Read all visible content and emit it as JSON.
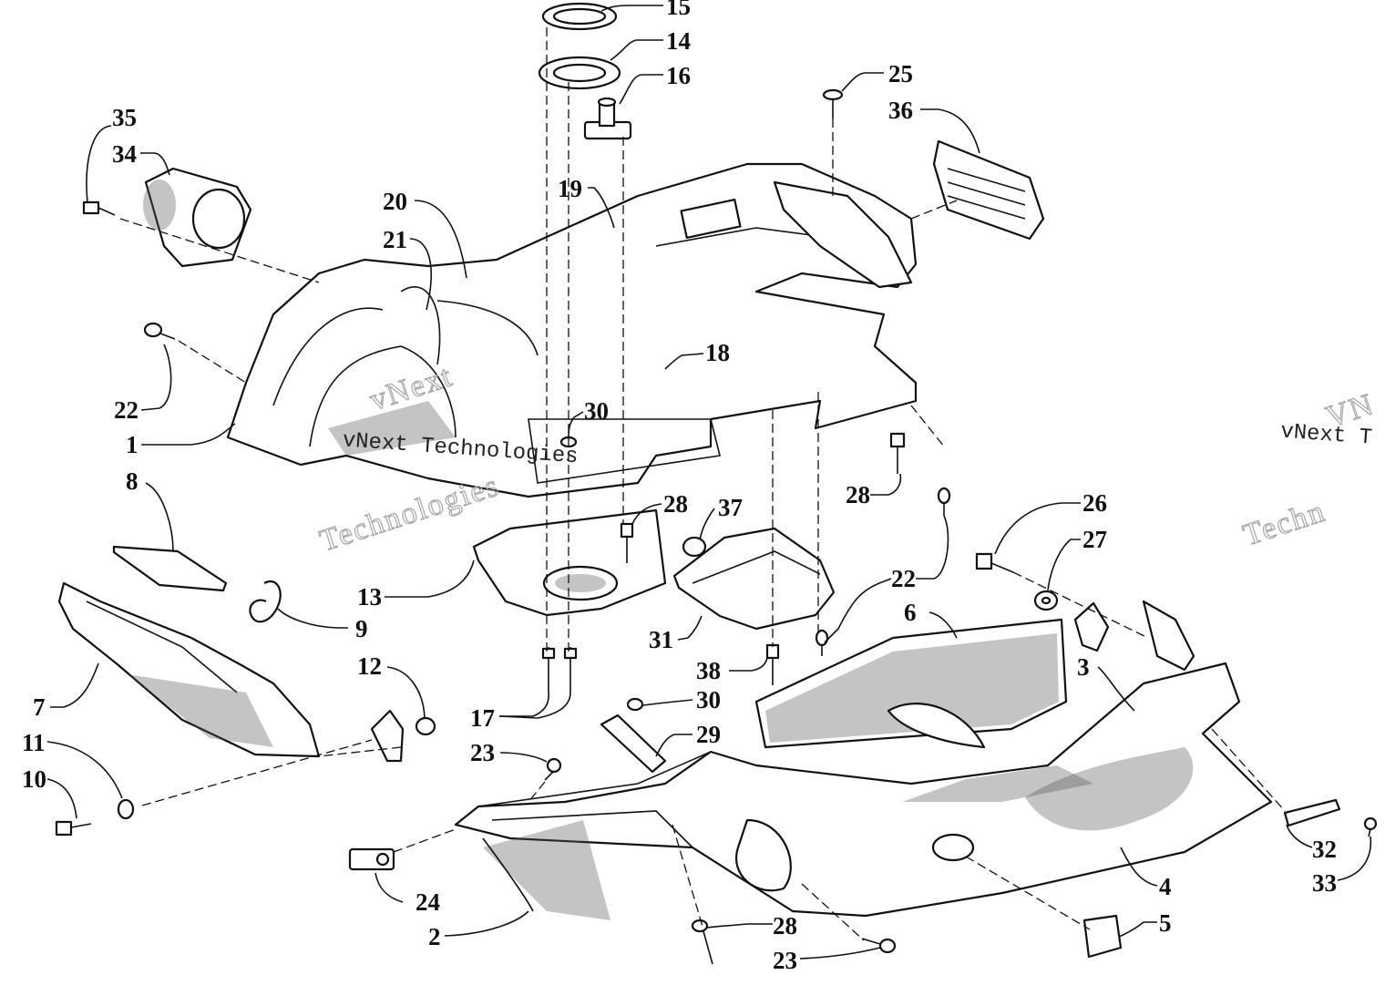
{
  "watermark": {
    "line1": "vNext",
    "line2": "Technologies",
    "small_line1": "vNext Technologies",
    "right_line1": "vNext T",
    "right_line2": "Techn",
    "right_corner": "VN"
  },
  "callouts": [
    {
      "id": "c15",
      "text": "15"
    },
    {
      "id": "c14",
      "text": "14"
    },
    {
      "id": "c16",
      "text": "16"
    },
    {
      "id": "c25",
      "text": "25"
    },
    {
      "id": "c36",
      "text": "36"
    },
    {
      "id": "c35",
      "text": "35"
    },
    {
      "id": "c34",
      "text": "34"
    },
    {
      "id": "c20",
      "text": "20"
    },
    {
      "id": "c19",
      "text": "19"
    },
    {
      "id": "c21",
      "text": "21"
    },
    {
      "id": "c18",
      "text": "18"
    },
    {
      "id": "c22a",
      "text": "22"
    },
    {
      "id": "c1",
      "text": "1"
    },
    {
      "id": "c30a",
      "text": "30"
    },
    {
      "id": "c8",
      "text": "8"
    },
    {
      "id": "c28a",
      "text": "28"
    },
    {
      "id": "c28b",
      "text": "28"
    },
    {
      "id": "c37",
      "text": "37"
    },
    {
      "id": "c26",
      "text": "26"
    },
    {
      "id": "c27",
      "text": "27"
    },
    {
      "id": "c13",
      "text": "13"
    },
    {
      "id": "c22b",
      "text": "22"
    },
    {
      "id": "c9",
      "text": "9"
    },
    {
      "id": "c6",
      "text": "6"
    },
    {
      "id": "c31",
      "text": "31"
    },
    {
      "id": "c12",
      "text": "12"
    },
    {
      "id": "c38",
      "text": "38"
    },
    {
      "id": "c3",
      "text": "3"
    },
    {
      "id": "c7",
      "text": "7"
    },
    {
      "id": "c30b",
      "text": "30"
    },
    {
      "id": "c17",
      "text": "17"
    },
    {
      "id": "c29",
      "text": "29"
    },
    {
      "id": "c11",
      "text": "11"
    },
    {
      "id": "c23a",
      "text": "23"
    },
    {
      "id": "c10",
      "text": "10"
    },
    {
      "id": "c32",
      "text": "32"
    },
    {
      "id": "c33",
      "text": "33"
    },
    {
      "id": "c4",
      "text": "4"
    },
    {
      "id": "c24",
      "text": "24"
    },
    {
      "id": "c28c",
      "text": "28"
    },
    {
      "id": "c5",
      "text": "5"
    },
    {
      "id": "c2",
      "text": "2"
    },
    {
      "id": "c23b",
      "text": "23"
    }
  ]
}
